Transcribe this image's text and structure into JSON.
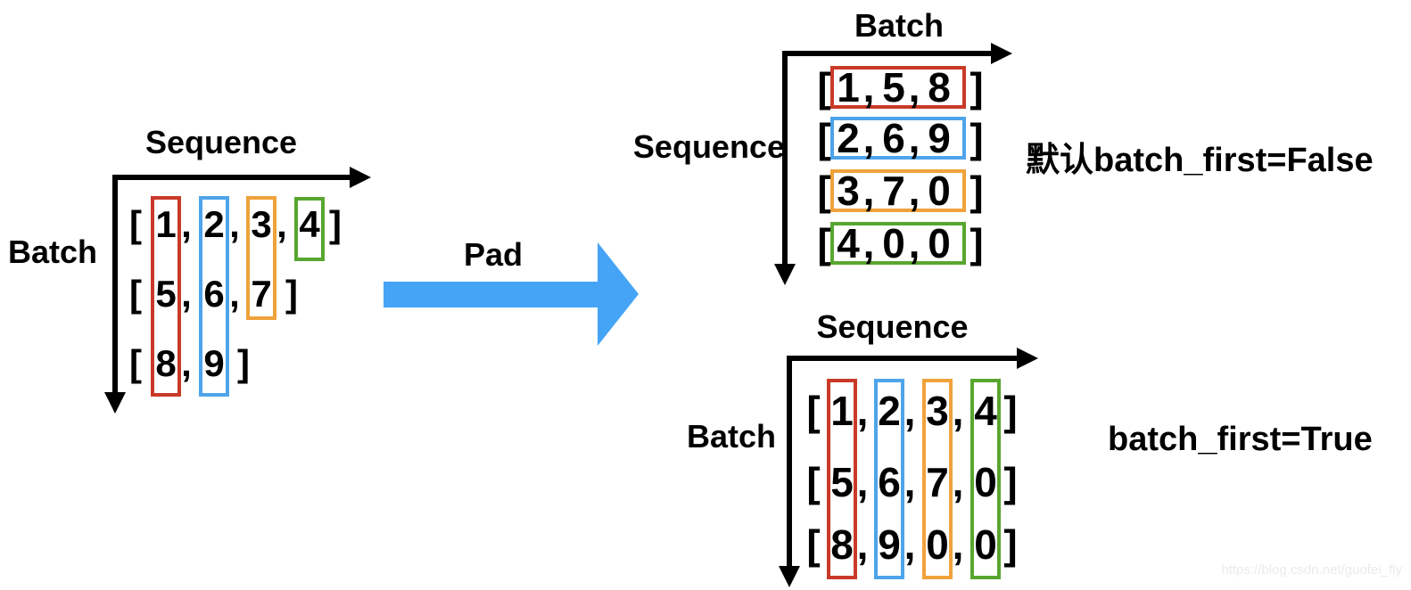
{
  "colors": {
    "red": "#C93A28",
    "blue": "#4EA4EA",
    "orange": "#F0A23B",
    "green": "#58A630",
    "pad_blue": "#45A4F6",
    "ink": "#000000",
    "watermark_gray": "#EBEBEB"
  },
  "punctuation": {
    "open": "[",
    "close": "]",
    "comma": ","
  },
  "left_diagram": {
    "x_axis_label": "Sequence",
    "y_axis_label": "Batch",
    "rows": [
      [
        "1",
        "2",
        "3",
        "4"
      ],
      [
        "5",
        "6",
        "7"
      ],
      [
        "8",
        "9"
      ]
    ],
    "column_box_colors": [
      "red",
      "blue",
      "orange",
      "green"
    ]
  },
  "pad_arrow": {
    "label": "Pad"
  },
  "top_right_diagram": {
    "x_axis_label": "Batch",
    "y_axis_label": "Sequence",
    "rows": [
      [
        "1",
        "5",
        "8"
      ],
      [
        "2",
        "6",
        "9"
      ],
      [
        "3",
        "7",
        "0"
      ],
      [
        "4",
        "0",
        "0"
      ]
    ],
    "row_box_colors": [
      "red",
      "blue",
      "orange",
      "green"
    ],
    "caption": "默认batch_first=False"
  },
  "bottom_right_diagram": {
    "x_axis_label": "Sequence",
    "y_axis_label": "Batch",
    "rows": [
      [
        "1",
        "2",
        "3",
        "4"
      ],
      [
        "5",
        "6",
        "7",
        "0"
      ],
      [
        "8",
        "9",
        "0",
        "0"
      ]
    ],
    "column_box_colors": [
      "red",
      "blue",
      "orange",
      "green"
    ],
    "caption": "batch_first=True"
  },
  "watermark": "https://blog.csdn.net/guofei_fly"
}
